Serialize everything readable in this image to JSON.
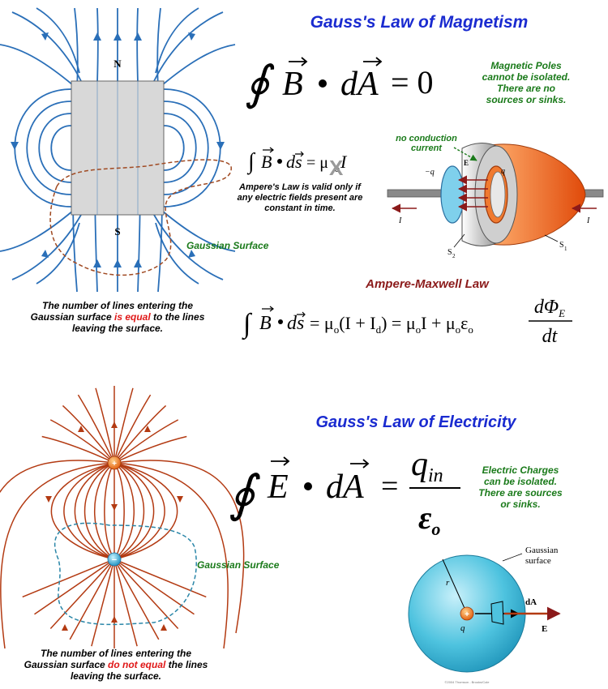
{
  "colors": {
    "heading_blue": "#1a2bd0",
    "note_green": "#1a7a1a",
    "highlight_red": "#e01818",
    "maxwell_red": "#8b1a1a",
    "field_blue": "#2a6fb8",
    "field_red": "#b33a12",
    "surface_brown": "#a04a22",
    "surface_cyan": "#2a86a8",
    "magnet_gray": "#d8d8d8",
    "sphere_cyan": "#4ec3df",
    "cap_orange": "#f06a1a"
  },
  "magnetism": {
    "title": "Gauss's Law of Magnetism",
    "equation": {
      "B": "B",
      "dA": "dA",
      "rhs": "= 0"
    },
    "poles_note": [
      "Magnetic Poles",
      "cannot be isolated.",
      "There are no",
      "sources or sinks."
    ],
    "magnet_labels": {
      "north": "N",
      "south": "S"
    },
    "gaussian_label": "Gaussian Surface",
    "caption": {
      "line1": "The number of lines entering the",
      "line2_a": "Gaussian surface ",
      "line2_highlight": "is equal",
      "line2_b": " to the lines",
      "line3": "leaving the surface."
    }
  },
  "ampere": {
    "equation": {
      "B": "B",
      "ds": "ds",
      "rhs": "= μ",
      "sub": "o",
      "I": "I",
      "cross": "X"
    },
    "note": [
      "Ampere's Law is valid only if",
      "any electric fields present are",
      "constant  in time."
    ],
    "capacitor": {
      "no_conduction": [
        "no conduction",
        "current"
      ],
      "minus_q": "−q",
      "plus_q": "q",
      "E": "E",
      "I_left": "I",
      "I_right": "I",
      "S2": "S",
      "S2_sub": "2",
      "S1": "S",
      "S1_sub": "1"
    }
  },
  "maxwell": {
    "title": "Ampere-Maxwell Law",
    "equation": {
      "B": "B",
      "ds": "ds",
      "p1": "= μ",
      "s1": "o",
      "p2": "(I + I",
      "s2": "d",
      "p3": ") = μ",
      "s3": "o",
      "p4": "I + μ",
      "s4": "o",
      "p5": "ε",
      "s5": "o",
      "num": "dΦ",
      "num_sub": "E",
      "den": "dt"
    }
  },
  "electricity": {
    "title": "Gauss's Law of Electricity",
    "equation": {
      "E": "E",
      "dA": "dA",
      "eq": "=",
      "num": "q",
      "num_sub": "in",
      "den": "ε",
      "den_sub": "o"
    },
    "charges_note": [
      "Electric Charges",
      "can be isolated.",
      "There are sources",
      "or sinks."
    ],
    "plus_symbol": "+",
    "minus_symbol": "−",
    "gaussian_label": "Gaussian Surface",
    "caption": {
      "line1": "The number of lines entering the",
      "line2_a": "Gaussian surface ",
      "line2_highlight": "do not equal",
      "line2_b": " the lines",
      "line3": "leaving the surface."
    },
    "sphere": {
      "label": [
        "Gaussian",
        "surface"
      ],
      "r": "r",
      "q": "q",
      "plus": "+",
      "dA": "dA",
      "E": "E",
      "credit": "©2004 Thomson - Brooks/Cole"
    }
  }
}
